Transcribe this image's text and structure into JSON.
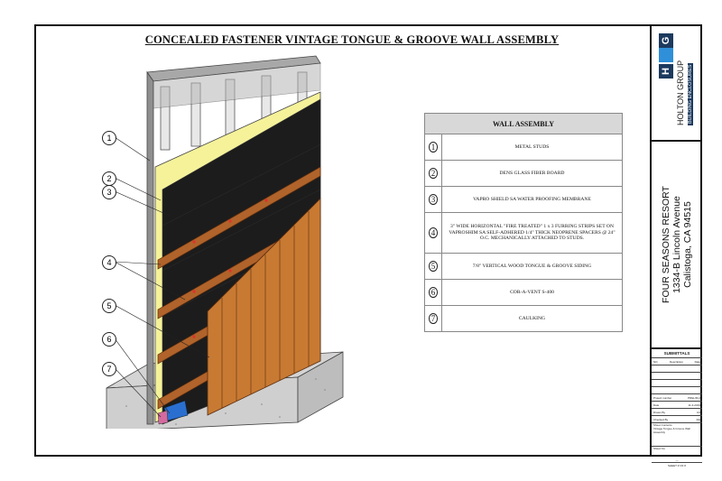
{
  "title": "CONCEALED FASTENER VINTAGE TONGUE & GROOVE WALL ASSEMBLY",
  "legend": {
    "header": "WALL ASSEMBLY",
    "items": [
      {
        "num": "1",
        "text": "METAL STUDS"
      },
      {
        "num": "2",
        "text": "DENS GLASS FIBER BOARD"
      },
      {
        "num": "3",
        "text": "VAPRO SHIELD SA WATER PROOFING MEMBRANE"
      },
      {
        "num": "4",
        "text": "3\" WIDE HORIZONTAL \"FIRE TREATED\" 1 x 3 FURRING STRIPS SET ON VAPROSHIM SA SELF-ADHERED 1/4\" THICK NEOPRENE SPACERS @ 24\" O.C. MECHANICALLY ATTACHED TO STUDS."
      },
      {
        "num": "5",
        "text": "7/8\" VERTICAL WOOD TONGUE & GROOVE SIDING"
      },
      {
        "num": "6",
        "text": "COR-A-VENT S-400"
      },
      {
        "num": "7",
        "text": "CAULKING"
      }
    ]
  },
  "callouts": [
    "1",
    "2",
    "3",
    "4",
    "5",
    "6",
    "7"
  ],
  "company": {
    "letter_top": "G",
    "letter_bottom": "H",
    "name": "HOLTON GROUP",
    "tagline": "BUILDING ENCLOSURES",
    "blue": "#2f8fd8"
  },
  "project": {
    "name": "FOUR SEASONS RESORT",
    "address": "1334-B Lincoln Avenue",
    "city": "Calistoga, CA 94515"
  },
  "titleblock": {
    "submittals": "SUBMITTALS",
    "col_no": "NO.",
    "col_desc": "Description",
    "col_date": "Date",
    "project_number_label": "Project number",
    "project_number": "PRELIM-2",
    "date_label": "Date",
    "date": "11-4-2019",
    "drawn_label": "Drawn By",
    "drawn": "RJ",
    "checked_label": "Checked By",
    "checked": "RH",
    "contents_label": "Sheet Contents",
    "contents": "Vintage Tongue & Groove Wall Assembly",
    "sheet_no_label": "Sheet No.",
    "sheet_no": "---",
    "sheet_of": "SHEET # OF #"
  },
  "colors": {
    "membrane": "#1c1c1c",
    "board": "#f5f29a",
    "siding": "#c87a33",
    "stud": "#9a9a9a",
    "concrete": "#c9c9c9"
  }
}
